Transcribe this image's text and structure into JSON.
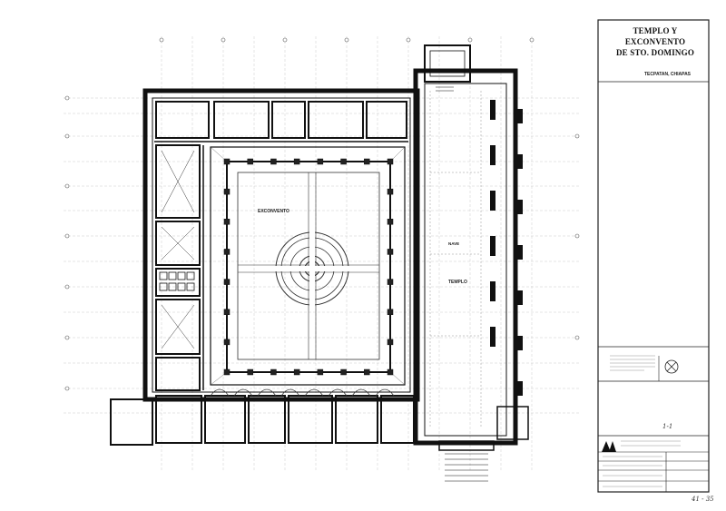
{
  "title_block": {
    "title_line1": "TEMPLO Y EXCONVENTO",
    "title_line2": "DE STO. DOMINGO",
    "city": "TECPATAN, CHIAPAS"
  },
  "plan_labels": {
    "courtyard": "EXCONVENTO",
    "church": "TEMPLO",
    "nave": "NAVE"
  },
  "handwritten": {
    "sheet_number": "1-1",
    "corner_note": "41 - 35"
  }
}
